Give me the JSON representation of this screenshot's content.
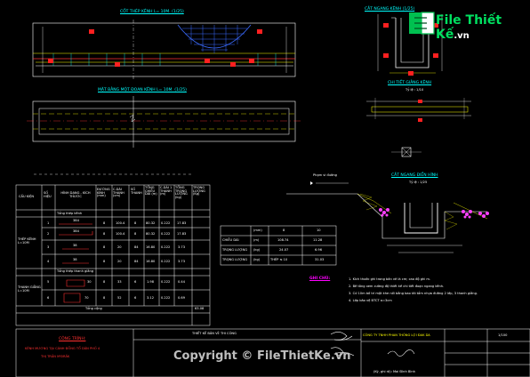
{
  "titles": {
    "cot_thep": "CỐT THÉP KÊNH L= 10M. (1/25)",
    "mat_bang": "MẶT BẰNG MỘT ĐOẠN KÊNH L= 10M. (1/25)",
    "cat_ngang_top": "CẮT NGANG KÊNH (1/25)",
    "chi_tiet_giang": "CHI TIẾT GIẰNG KÊNH",
    "chi_tiet_scale": "Tỷ lệ : 1/10",
    "cat_ngang_dien_hinh": "CẮT NGANG ĐIỂN HÌNH",
    "cat_ngang_scale": "Tỷ lệ : 1/25",
    "pham_vi_duong": "Phạm vi đường",
    "ghi_chu": "GHI CHÚ:"
  },
  "rebar_table": {
    "headers": [
      "CẤU KIỆN",
      "SỐ HIỆU",
      "HÌNH DẠNG - KÍCH THƯỚC",
      "ĐƯỜNG KÍNH (mm)",
      "C.DÀI THANH (cm)",
      "SỐ THANH",
      "TỔNG CHIỀU DÀI (m)",
      "C.DÀI 1 THANH (m)",
      "TỔNG TRỌNG LƯỢNG (kg)",
      "TRỌNG LƯỢNG (Kg)"
    ],
    "group1_title": "Tổng thép kênh",
    "group1_name": "THÉP KÊNH L=10M",
    "rows": [
      [
        "1",
        "8",
        "100.4",
        "8",
        "80.32",
        "0.222",
        "17.83"
      ],
      [
        "2",
        "8",
        "100.4",
        "8",
        "80.32",
        "0.222",
        "17.83"
      ],
      [
        "3",
        "8",
        "20",
        "84",
        "16.80",
        "0.222",
        "3.73"
      ],
      [
        "4",
        "8",
        "20",
        "84",
        "16.80",
        "0.222",
        "3.73"
      ]
    ],
    "row_shape_labels": [
      "384",
      "384",
      "38",
      "38"
    ],
    "group2_title": "Tổng thép thanh giằng",
    "group2_name": "THANH GIẰNG L=10M",
    "rows2": [
      [
        "5",
        "8",
        "33",
        "6",
        "1.98",
        "0.222",
        "0.44"
      ],
      [
        "6",
        "8",
        "52",
        "6",
        "3.12",
        "0.222",
        "0.69"
      ]
    ],
    "row2_shape_labels": [
      "30",
      "70"
    ],
    "total_label": "Tổng cộng",
    "total_value": "63.08"
  },
  "material_table": {
    "rows": [
      [
        "",
        "(mm)",
        "8",
        "10"
      ],
      [
        "CHIỀU DÀI",
        "(m)",
        "108.74",
        "11.28"
      ],
      [
        "TRỌNG LƯỢNG",
        "(kg)",
        "24.07",
        "6.96"
      ],
      [
        "TRỌNG LƯỢNG",
        "(kg)",
        "THÉP ≤ 10",
        "31.03"
      ]
    ]
  },
  "notes": [
    "1. Kích thước ghi trong bản vẽ là cm; cao độ ghi m.",
    "2. Bê tông xem cường độ thiết kế chi tiết đoạn ngang kênh.",
    "3. Cứ 10m bố trí một khe nối bằng bao tải tẩm nhựa đường 2 lớp, 3 thanh giằng.",
    "4. Lớp bảo vệ BTCT a=3cm"
  ],
  "title_block": {
    "project_label": "CÔNG TRÌNH:",
    "project_line1": "KÊNH MƯƠNG TẠI CÁNH ĐỒNG TỔ DÂN PHỐ 4",
    "project_line2": "THỊ TRẤN M'ĐRĂK",
    "design_stage": "THIẾT KẾ BẢN VẼ THI CÔNG",
    "company": "CÔNG TY TNHH PHAN THÔNG LỢI ĐAK DA",
    "scale_label": "1/100",
    "signer": "(Ký, ghi rõ): Mai Đình Bình"
  },
  "watermark": "Copyright © FileThietKe.vn",
  "logo_text": "File Thiết Kế",
  "logo_tld": ".vn"
}
